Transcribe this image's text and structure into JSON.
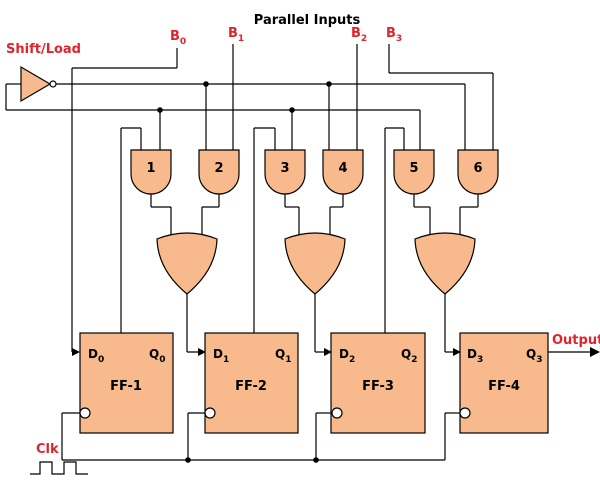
{
  "title": "Parallel Inputs",
  "inputs": {
    "control": "Shift/Load",
    "clock": "Clk",
    "b": [
      {
        "base": "B",
        "sub": "0"
      },
      {
        "base": "B",
        "sub": "1"
      },
      {
        "base": "B",
        "sub": "2"
      },
      {
        "base": "B",
        "sub": "3"
      }
    ]
  },
  "output": "Output",
  "and_gates": [
    "1",
    "2",
    "3",
    "4",
    "5",
    "6"
  ],
  "flip_flops": [
    {
      "name": "FF-1",
      "d": "D",
      "q": "Q",
      "sub": "0"
    },
    {
      "name": "FF-2",
      "d": "D",
      "q": "Q",
      "sub": "1"
    },
    {
      "name": "FF-3",
      "d": "D",
      "q": "Q",
      "sub": "2"
    },
    {
      "name": "FF-4",
      "d": "D",
      "q": "Q",
      "sub": "3"
    }
  ],
  "colors": {
    "component_fill": "#f8b98c",
    "label_red": "#e0242b",
    "wire": "#000000"
  }
}
